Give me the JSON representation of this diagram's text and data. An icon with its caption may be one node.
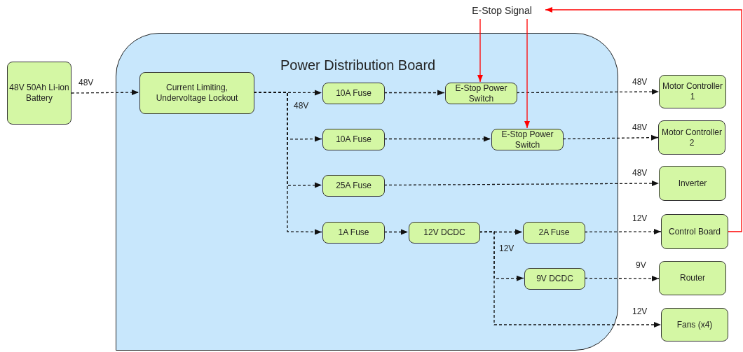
{
  "diagram": {
    "nodes": [
      {
        "text": [
          "48V 50Ah Li-ion Battery"
        ]
      },
      {
        "text": [
          "Power Distribution Board"
        ]
      },
      {
        "text": [
          "Current Limiting, Undervoltage Lockout"
        ],
        "in": 1
      },
      {
        "text": [
          "10A Fuse"
        ],
        "in": 1
      },
      {
        "text": [
          "E-Stop Power Switch"
        ],
        "in": 1
      },
      {
        "text": [
          "10A Fuse"
        ],
        "in": 1
      },
      {
        "text": [
          "E-Stop Power Switch"
        ],
        "in": 1
      },
      {
        "text": [
          "25A Fuse"
        ],
        "in": 1
      },
      {
        "text": [
          "1A Fuse"
        ],
        "in": 1
      },
      {
        "text": [
          "12V DCDC"
        ],
        "in": 1
      },
      {
        "text": [
          "2A Fuse"
        ],
        "in": 1
      },
      {
        "text": [
          "9V DCDC"
        ],
        "in": 1
      },
      {
        "text": [
          "Motor Controller 1"
        ]
      },
      {
        "text": [
          "Motor Controller 2"
        ]
      },
      {
        "text": [
          "Inverter"
        ]
      },
      {
        "text": [
          "Control Board"
        ]
      },
      {
        "text": [
          "Router"
        ]
      },
      {
        "text": [
          "Fans (x4)"
        ]
      },
      {
        "text": [
          "E-Stop Signal"
        ]
      }
    ],
    "edges": [
      {
        "from": 0,
        "to": 2,
        "arrow": "to",
        "label": "48V",
        "style": "dashed"
      },
      {
        "from": 2,
        "to": 3,
        "arrow": "to",
        "style": "dashed"
      },
      {
        "from": 3,
        "to": 4,
        "arrow": "to",
        "style": "dashed"
      },
      {
        "from": 4,
        "to": 12,
        "arrow": "to",
        "label": "48V",
        "style": "dashed"
      },
      {
        "from": 2,
        "to": 5,
        "arrow": "to",
        "style": "dashed"
      },
      {
        "from": 5,
        "to": 6,
        "arrow": "to",
        "style": "dashed"
      },
      {
        "from": 6,
        "to": 13,
        "arrow": "to",
        "label": "48V",
        "style": "dashed"
      },
      {
        "from": 2,
        "to": 7,
        "arrow": "to",
        "style": "dashed"
      },
      {
        "from": 7,
        "to": 14,
        "arrow": "to",
        "label": "48V",
        "style": "dashed"
      },
      {
        "from": 2,
        "to": 8,
        "arrow": "to",
        "style": "dashed"
      },
      {
        "from": 8,
        "to": 9,
        "arrow": "to",
        "style": "dashed"
      },
      {
        "from": 9,
        "to": 10,
        "arrow": "to",
        "style": "dashed"
      },
      {
        "from": 10,
        "to": 15,
        "arrow": "to",
        "label": "12V",
        "style": "dashed"
      },
      {
        "from": 9,
        "to": 11,
        "arrow": "to",
        "style": "dashed"
      },
      {
        "from": 11,
        "to": 16,
        "arrow": "to",
        "label": "9V",
        "style": "dashed"
      },
      {
        "from": 9,
        "to": 17,
        "arrow": "to",
        "label": "12V",
        "style": "dashed"
      },
      {
        "from": 18,
        "to": 4,
        "arrow": "to",
        "color": "#ff0000"
      },
      {
        "from": 18,
        "to": 6,
        "arrow": "to",
        "color": "#ff0000"
      },
      {
        "from": 15,
        "to": 18,
        "arrow": "to",
        "color": "#ff0000"
      }
    ],
    "labels": [
      "48V",
      "12V"
    ]
  }
}
